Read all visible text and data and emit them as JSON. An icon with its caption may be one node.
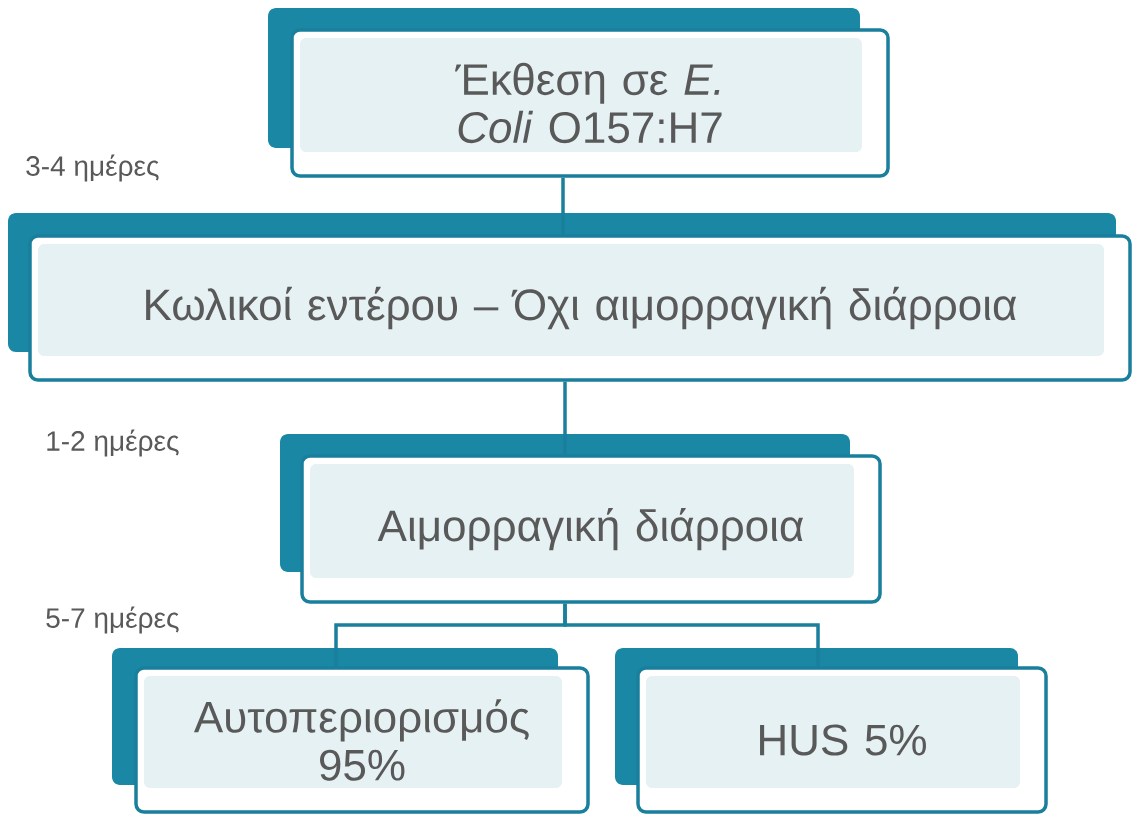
{
  "diagram": {
    "nodes": [
      {
        "text": [
          "Έκθεση σε *E. Coli* O157:H7"
        ]
      },
      {
        "text": [
          "Κωλικοί εντέρου – Όχι αιμορραγική διάρροια"
        ]
      },
      {
        "text": [
          "Αιμορραγική διάρροια"
        ]
      },
      {
        "text": [
          "Αυτοπεριορισμός 95%"
        ]
      },
      {
        "text": [
          "HUS 5%"
        ]
      }
    ],
    "edges": [
      {
        "from": 0,
        "to": 1,
        "arrow": "none"
      },
      {
        "from": 1,
        "to": 2,
        "arrow": "none"
      },
      {
        "from": 2,
        "to": 3,
        "arrow": "none"
      },
      {
        "from": 2,
        "to": 4,
        "arrow": "none"
      }
    ],
    "labels": [
      "3-4 ημέρες",
      "1-2 ημέρες",
      "5-7 ημέρες"
    ]
  }
}
